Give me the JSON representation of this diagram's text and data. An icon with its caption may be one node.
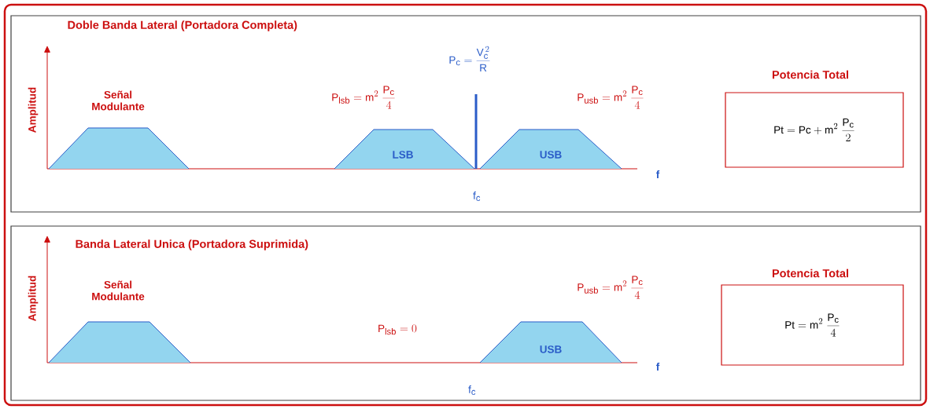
{
  "diagram": {
    "nodes": [
      {
        "text": [
          "Doble Banda Lateral (Portadora Completa)"
        ]
      },
      {
        "text": [
          "Señal Modulante"
        ],
        "in": 0
      },
      {
        "text": [
          "LSB"
        ],
        "in": 0,
        "beside": [
          "P_{lsb} = m^{2}\\;\\frac{P_{c}}{4}"
        ]
      },
      {
        "text": [
          "USB"
        ],
        "in": 0,
        "beside": [
          "P_{usb} = m^{2}\\;\\frac{P_{c}}{4}"
        ]
      },
      {
        "text": [
          "Potencia Total",
          "Pt = Pc + m^{2}\\;\\frac{P_{c}}{2}"
        ],
        "in": 0
      },
      {
        "text": [
          "Banda Lateral Unica (Portadora  Suprimida)"
        ]
      },
      {
        "text": [
          "Señal Modulante"
        ],
        "in": 5
      },
      {
        "text": [
          "USB"
        ],
        "in": 5,
        "beside": [
          "P_{usb} = m^{2}\\;\\frac{P_{c}}{4}"
        ]
      },
      {
        "text": [
          "Potencia Total",
          "Pt = m^{2}\\;\\frac{P_{c}}{4}"
        ],
        "in": 5
      }
    ],
    "labels": [
      "Amplitud",
      "P_{c} = \\frac{V_{c}^{\\,2}}{R}",
      "f",
      "f_{c}",
      "Amplitud",
      "P_{lsb} = 0",
      "f",
      "f_{c}"
    ]
  }
}
